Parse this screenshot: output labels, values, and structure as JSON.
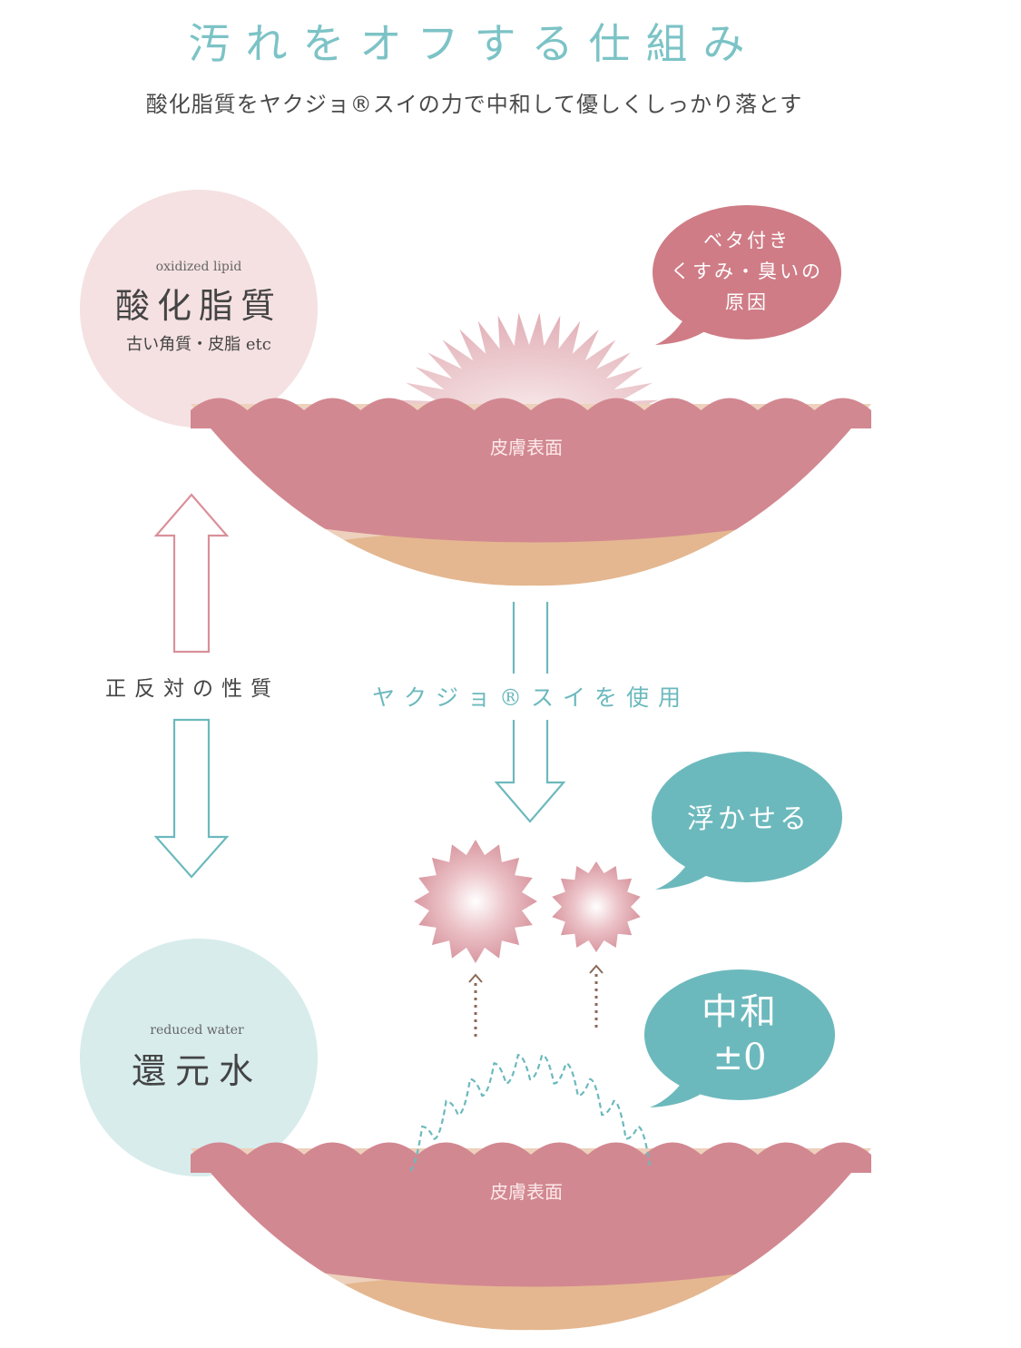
{
  "title": "汚れをオフする仕組み",
  "subtitle": "酸化脂質をヤクジョ®スイの力で中和して優しくしっかり落とす",
  "colors": {
    "teal": "#6cb9bd",
    "teal_text": "#7cc3c6",
    "pink_bubble": "#cf7c86",
    "skin_top": "#d28891",
    "skin_mid": "#edd1bc",
    "skin_deep": "#e4b790",
    "oxidized_circle": "#f5e1e2",
    "reduced_circle": "#d8ecec"
  },
  "oxidized_lipid": {
    "en_label": "oxidized lipid",
    "jp_label": "酸化脂質",
    "sub_label": "古い角質・皮脂 etc"
  },
  "reduced_water": {
    "en_label": "reduced water",
    "jp_label": "還元水"
  },
  "opposite_label": "正反対の性質",
  "use_label": "ヤクジョ®スイを使用",
  "bubble_top": {
    "lines": [
      "ベタ付き",
      "くすみ・臭いの",
      "原因"
    ]
  },
  "bubble_float": {
    "text": "浮かせる"
  },
  "bubble_neutral": {
    "lines": [
      "中和",
      "±0"
    ]
  },
  "skin_label_top": "皮膚表面",
  "skin_label_bottom": "皮膚表面"
}
